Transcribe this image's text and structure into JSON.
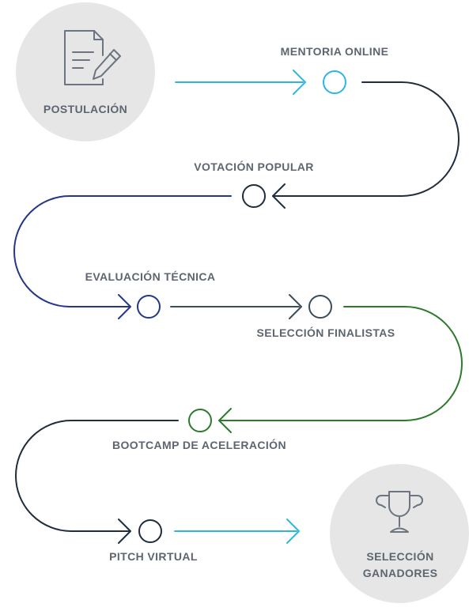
{
  "steps": {
    "postulacion": {
      "label": "POSTULACIÓN",
      "icon": "document-pen-icon"
    },
    "mentoria": {
      "label": "MENTORIA ONLINE"
    },
    "votacion": {
      "label": "VOTACIÓN POPULAR"
    },
    "evaluacion": {
      "label": "EVALUACIÓN TÉCNICA"
    },
    "finalistas": {
      "label": "SELECCIÓN FINALISTAS"
    },
    "bootcamp": {
      "label": "BOOTCAMP DE ACELERACIÓN"
    },
    "pitch": {
      "label": "PITCH VIRTUAL"
    },
    "ganadores": {
      "label": "SELECCIÓN\nGANADORES",
      "icon": "trophy-icon"
    }
  },
  "colors": {
    "light_blue": "#2fb5e0",
    "dark_navy": "#1f2d3d",
    "royal_blue": "#25378a",
    "slate": "#3a4d5a",
    "green": "#2d7a2d",
    "label_gray": "#5d6670",
    "icon_gray": "#6b7480",
    "badge_bg": "#e6e6e6"
  }
}
